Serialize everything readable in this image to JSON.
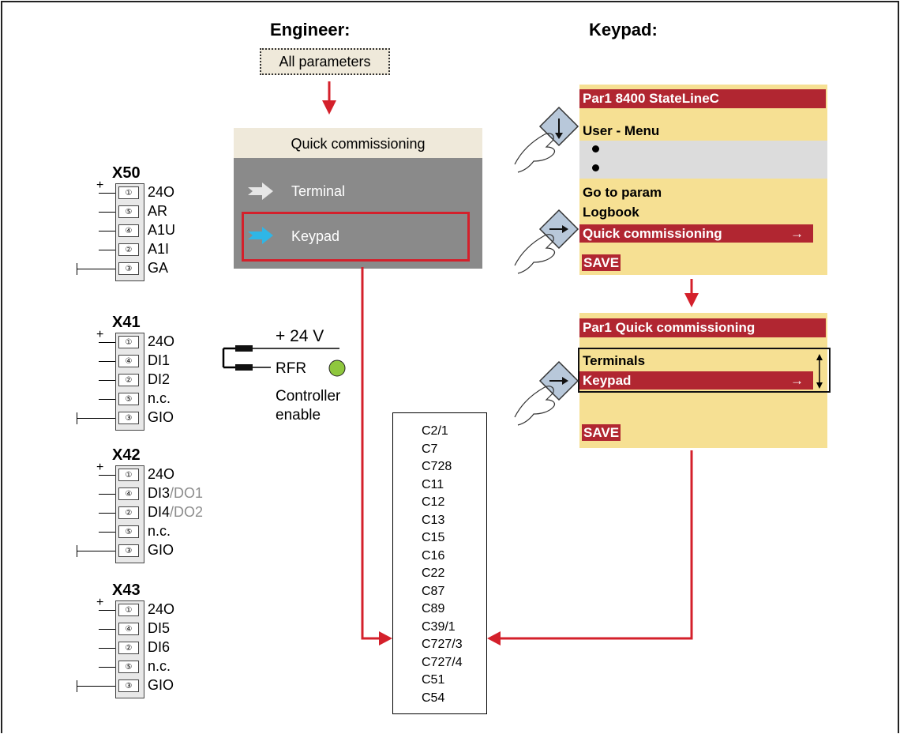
{
  "headers": {
    "engineer": "Engineer:",
    "keypad": "Keypad:"
  },
  "engineer": {
    "all_parameters": "All parameters",
    "qc_title": "Quick commissioning",
    "qc_terminal": "Terminal",
    "qc_keypad": "Keypad"
  },
  "keypad_screen1": {
    "title": "Par1 8400 StateLineC",
    "user_menu": "User - Menu",
    "go_to_param": "Go to param",
    "logbook": "Logbook",
    "quick_commissioning": "Quick commissioning",
    "arrow": "→",
    "save": "SAVE"
  },
  "keypad_screen2": {
    "title": "Par1 Quick commissioning",
    "terminals": "Terminals",
    "keypad": "Keypad",
    "arrow": "→",
    "save": "SAVE"
  },
  "terminals": {
    "x50": {
      "title": "X50",
      "pins": [
        [
          "①",
          "24O"
        ],
        [
          "⑤",
          "AR"
        ],
        [
          "④",
          "A1U"
        ],
        [
          "②",
          "A1I"
        ],
        [
          "③",
          "GA"
        ]
      ]
    },
    "x41": {
      "title": "X41",
      "pins": [
        [
          "①",
          "24O"
        ],
        [
          "④",
          "DI1"
        ],
        [
          "②",
          "DI2"
        ],
        [
          "⑤",
          "n.c."
        ],
        [
          "③",
          "GIO"
        ]
      ]
    },
    "x42": {
      "title": "X42",
      "pins": [
        [
          "①",
          "24O"
        ],
        [
          "④",
          "DI3"
        ],
        [
          "②",
          "DI4"
        ],
        [
          "⑤",
          "n.c."
        ],
        [
          "③",
          "GIO"
        ]
      ],
      "alt": [
        "/DO1",
        "/DO2"
      ]
    },
    "x43": {
      "title": "X43",
      "pins": [
        [
          "①",
          "24O"
        ],
        [
          "④",
          "DI5"
        ],
        [
          "②",
          "DI6"
        ],
        [
          "⑤",
          "n.c."
        ],
        [
          "③",
          "GIO"
        ]
      ]
    },
    "plus_sign": "+"
  },
  "enable": {
    "v24": "+ 24 V",
    "rfr": "RFR",
    "controller": "Controller",
    "enable": "enable",
    "led_color": "#8fc73e"
  },
  "codes": [
    "C2/1",
    "C7",
    "C728",
    "C11",
    "C12",
    "C13",
    "C15",
    "C16",
    "C22",
    "C87",
    "C89",
    "C39/1",
    "C727/3",
    "C727/4",
    "C51",
    "C54"
  ],
  "colors": {
    "flow": "#d4202b",
    "keypad_bg": "#f6e093",
    "keypad_red": "#b12631",
    "panel_gray": "#8a8a8a",
    "panel_head": "#efe9da"
  }
}
